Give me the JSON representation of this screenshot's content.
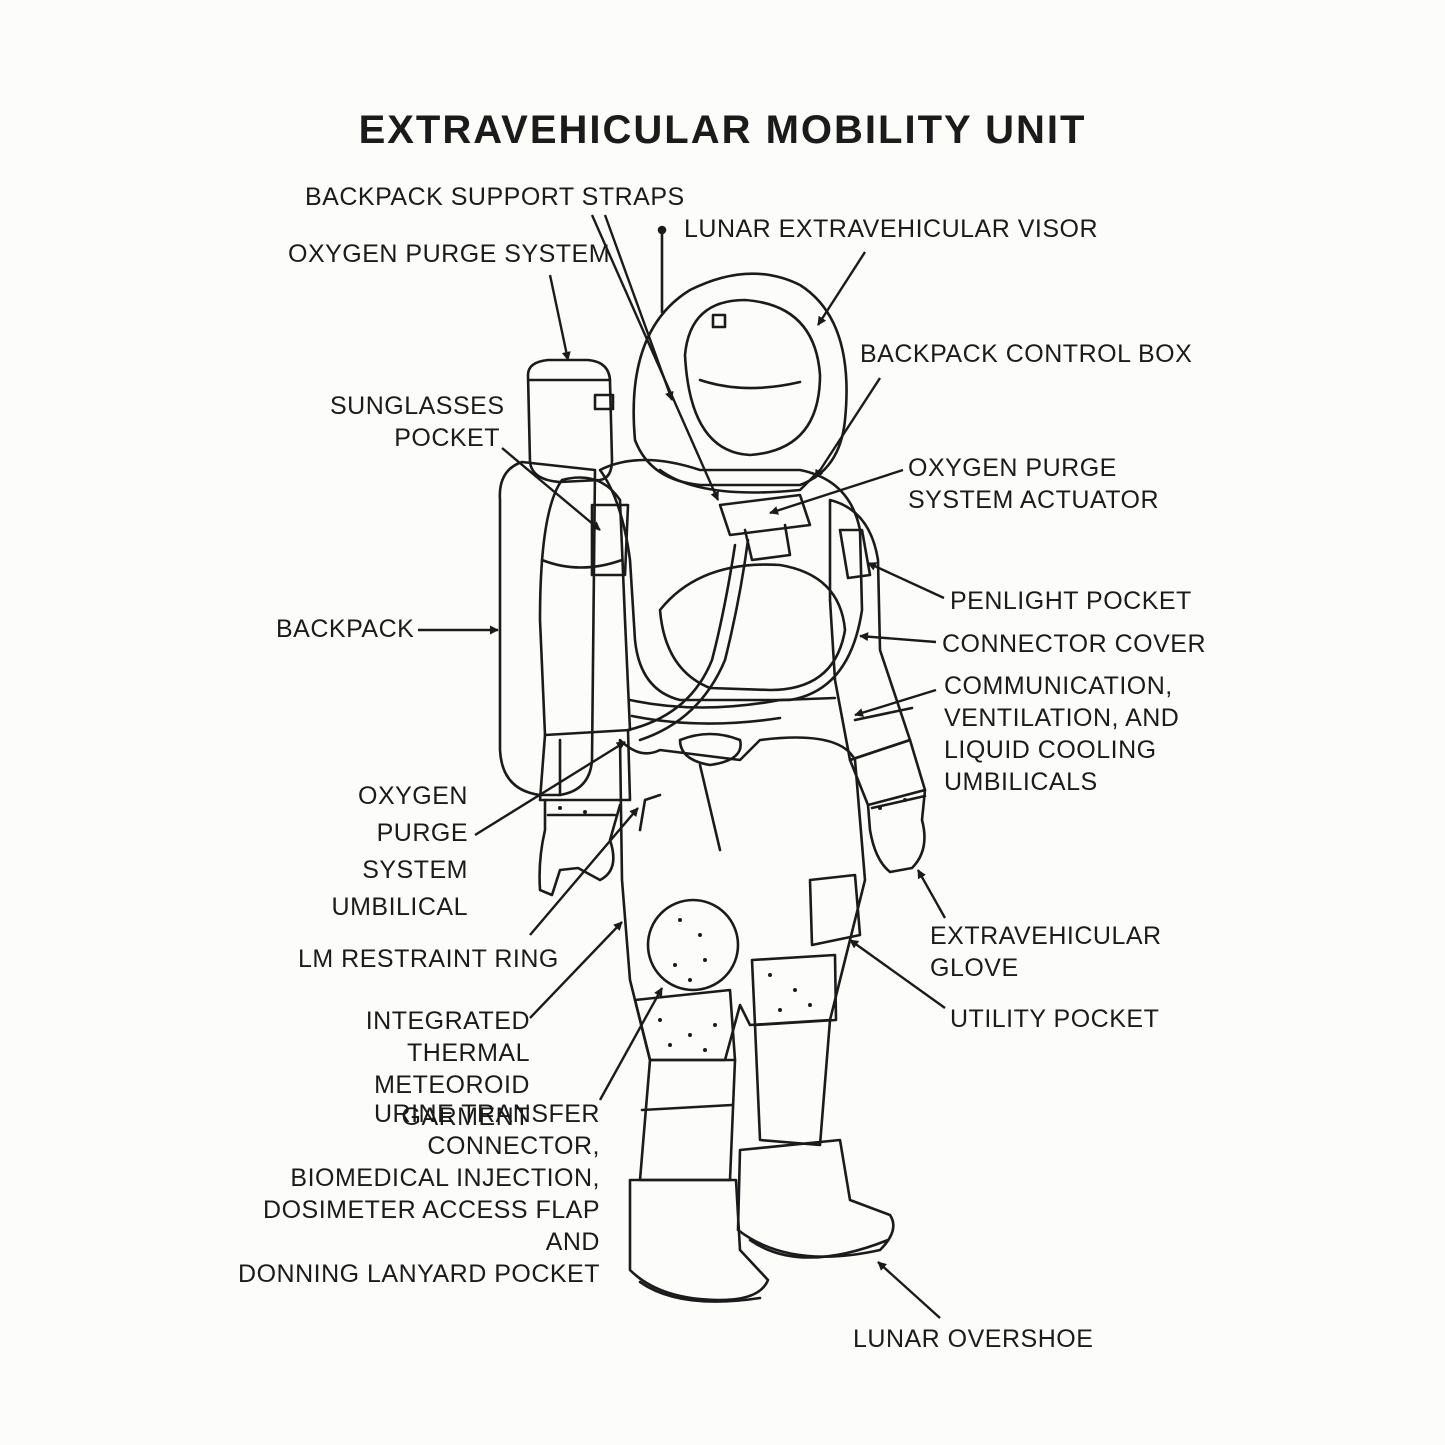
{
  "title": "EXTRAVEHICULAR MOBILITY UNIT",
  "ink": "#1b1b1b",
  "paper": "#fcfcfb",
  "labels": {
    "backpack_support_straps": "BACKPACK SUPPORT STRAPS",
    "lunar_extravehicular_visor": "LUNAR EXTRAVEHICULAR VISOR",
    "oxygen_purge_system": "OXYGEN PURGE SYSTEM",
    "backpack_control_box": "BACKPACK CONTROL BOX",
    "sunglasses_pocket": "SUNGLASSES\nPOCKET",
    "oxygen_purge_system_actuator": "OXYGEN PURGE\nSYSTEM ACTUATOR",
    "penlight_pocket": "PENLIGHT POCKET",
    "backpack": "BACKPACK",
    "connector_cover": "CONNECTOR COVER",
    "umbilicals": "COMMUNICATION,\nVENTILATION, AND\nLIQUID COOLING\nUMBILICALS",
    "oxygen_purge_system_umbilical": "OXYGEN\nPURGE SYSTEM\nUMBILICAL",
    "extravehicular_glove": "EXTRAVEHICULAR\nGLOVE",
    "lm_restraint_ring": "LM RESTRAINT RING",
    "utility_pocket": "UTILITY POCKET",
    "integrated_thermal_meteoroid_garment": "INTEGRATED THERMAL\nMETEOROID GARMENT",
    "urine_transfer_connector": "URINE TRANSFER CONNECTOR,\nBIOMEDICAL INJECTION,\nDOSIMETER ACCESS FLAP AND\nDONNING LANYARD POCKET",
    "lunar_overshoe": "LUNAR OVERSHOE"
  }
}
